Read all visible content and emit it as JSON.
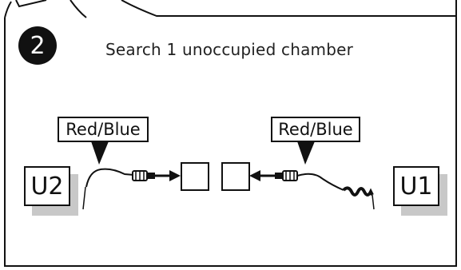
{
  "step": {
    "number": "2",
    "instruction": "Search 1 unoccupied chamber"
  },
  "callouts": {
    "left": "Red/Blue",
    "right": "Red/Blue"
  },
  "units": {
    "left": "U2",
    "right": "U1"
  },
  "colors": {
    "ink": "#111111",
    "unit_shadow": "#c8c8c8",
    "background": "#ffffff"
  }
}
